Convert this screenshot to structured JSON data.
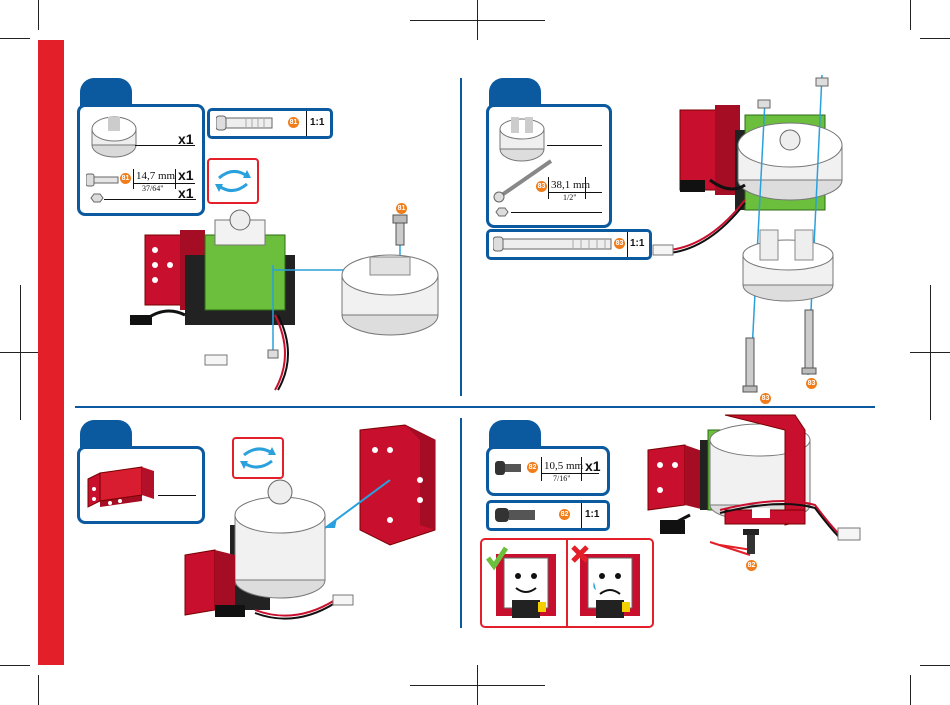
{
  "step1": {
    "parts": [
      {
        "name": "servo-horn-hub",
        "qty": "x1"
      },
      {
        "name": "screw",
        "qty": "x1",
        "length": "14,7 mm",
        "length_imperial": "37/64\"",
        "badge": "81"
      },
      {
        "name": "nut",
        "qty": "x1"
      }
    ],
    "scale_part_badge": "81",
    "scale_label": "1:1",
    "callout_badge": "81"
  },
  "step2": {
    "length": "38,1 mm",
    "length_imperial": "1/2\"",
    "badge": "83",
    "scale_part_badge": "83",
    "scale_label": "1:1",
    "callout_badges": [
      "83",
      "83"
    ]
  },
  "step3": {},
  "step4": {
    "length": "10,5 mm",
    "length_imperial": "7/16\"",
    "qty": "x1",
    "badge": "82",
    "scale_part_badge": "82",
    "scale_label": "1:1",
    "callout_badge": "82"
  },
  "colors": {
    "accent_blue": "#0b5aa0",
    "accent_red": "#e3202a",
    "badge_orange": "#f07d1a",
    "servo_green": "#6cbf3c"
  }
}
